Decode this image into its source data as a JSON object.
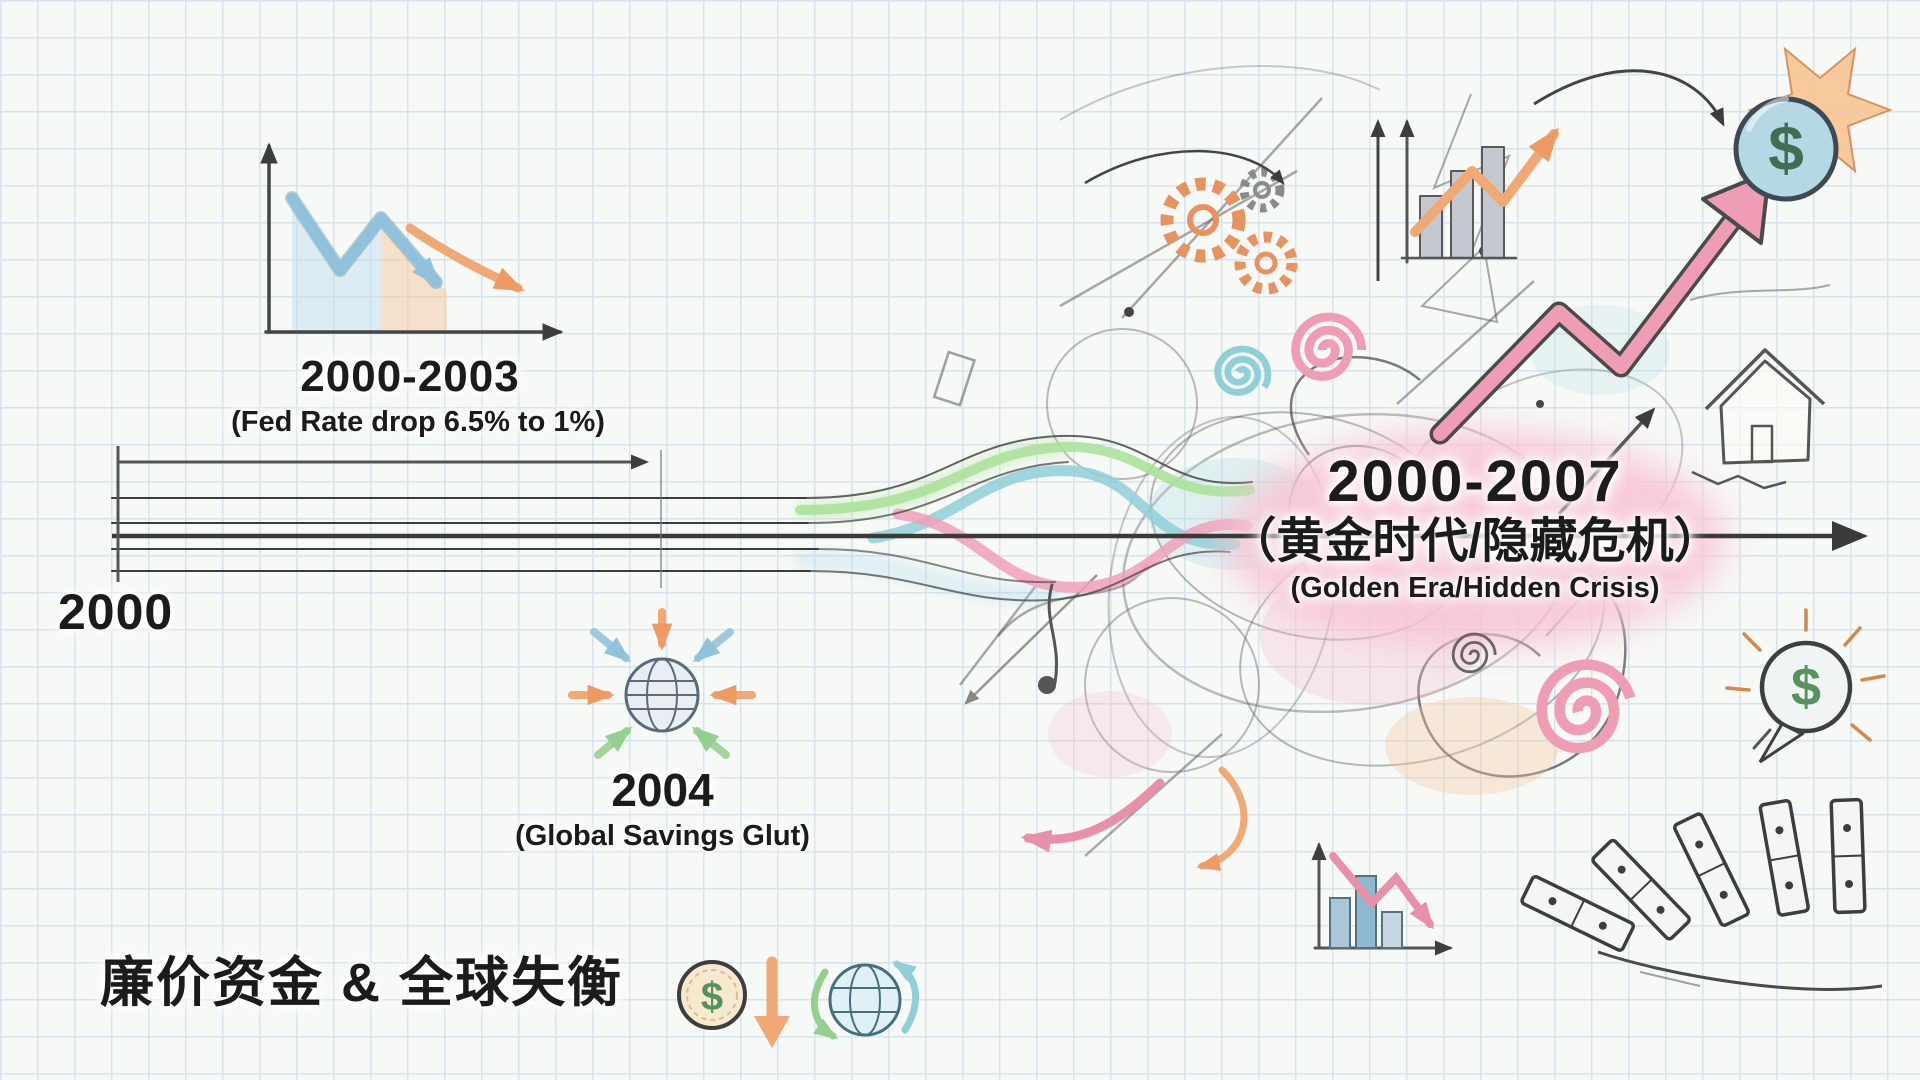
{
  "meta": {
    "title": "2000-2007 financial era hand-drawn timeline"
  },
  "colors": {
    "paper": "#f7f9f6",
    "grid": "#d7e3ed",
    "ink": "#3d3d3d",
    "green": "#a8e296",
    "blue": "#a9d9ec",
    "teal": "#8fd0d8",
    "pink": "#ef9db4",
    "orange": "#f0a875",
    "era_highlight": "#f8c3d3"
  },
  "timeline": {
    "start_year_label": "2000",
    "fed_period": {
      "years": "2000-2003",
      "caption": "(Fed Rate drop 6.5% to 1%)"
    },
    "savings_glut": {
      "year": "2004",
      "caption": "(Global Savings Glut)"
    },
    "era": {
      "years": "2000-2007",
      "title_zh": "（黄金时代/隐藏危机）",
      "subtitle_en": "(Golden Era/Hidden Crisis)"
    }
  },
  "footer": {
    "theme_zh": "廉价资金 & 全球失衡"
  },
  "glyphs": {
    "dollar": "$"
  },
  "icons": [
    "declining-rate-chart-icon",
    "global-savings-globe-icon",
    "gears-icon",
    "growth-bars-icon",
    "boom-arrow-icon",
    "dollar-burst-icon",
    "house-icon",
    "spiral-icon",
    "declining-bars-icon",
    "falling-dominoes-icon",
    "dollar-speech-bubble-icon",
    "dollar-coin-icon",
    "down-arrow-icon",
    "globe-exchange-icon"
  ]
}
